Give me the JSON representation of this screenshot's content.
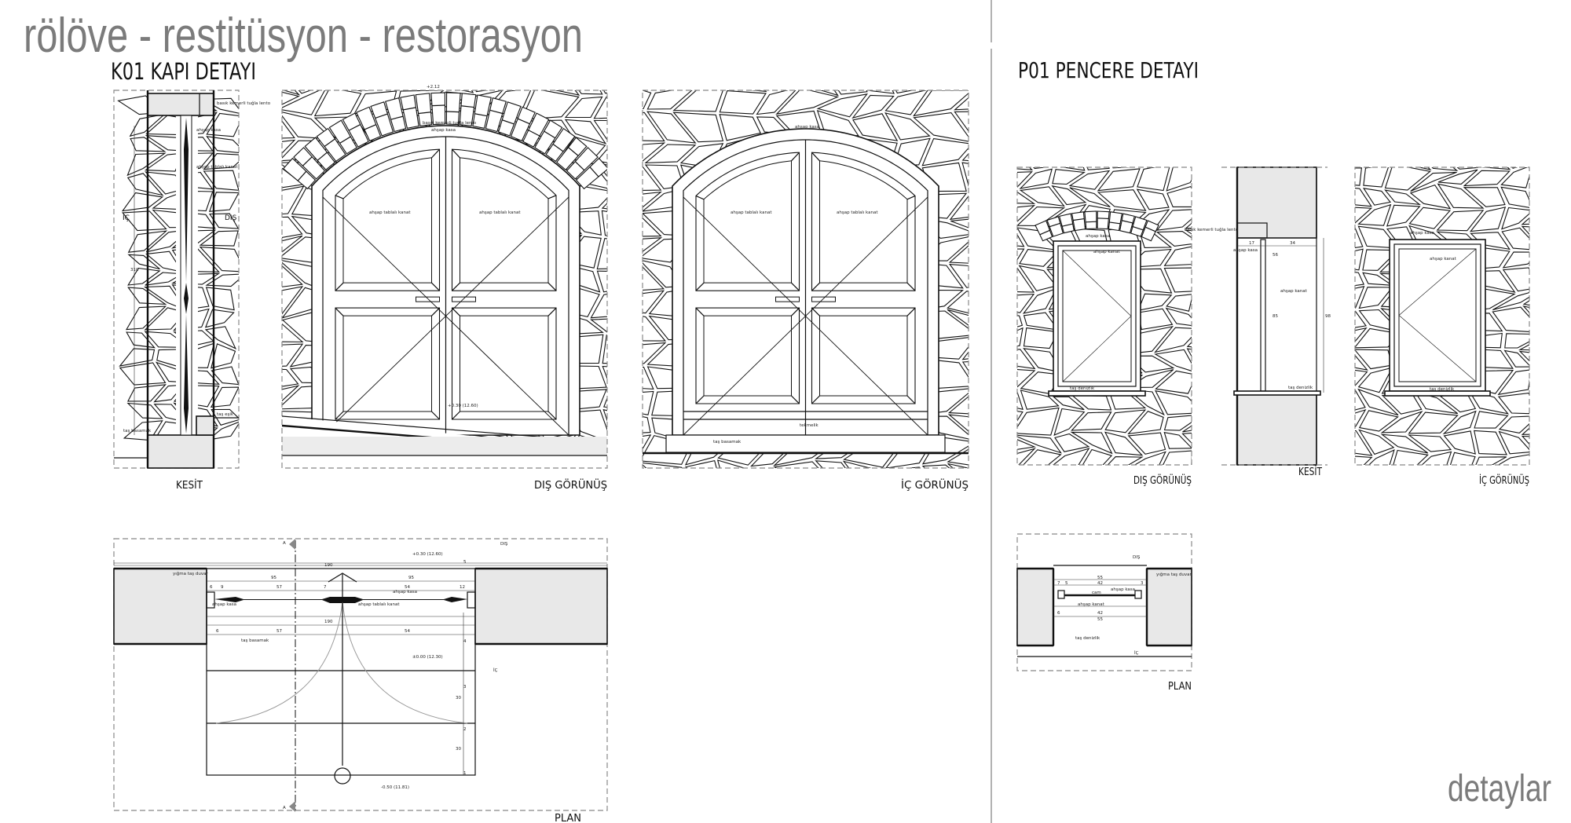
{
  "sheet": {
    "title": "rölöve - restitüsyon - restorasyon",
    "footer": "detaylar"
  },
  "door_detail": {
    "heading": "K01 KAPI DETAYI",
    "views": {
      "section": "KESİT",
      "exterior": "DIŞ GÖRÜNÜŞ",
      "interior": "İÇ GÖRÜNÜŞ",
      "plan": "PLAN"
    },
    "annotations": {
      "lintel": "basık kemerli tuğla lento",
      "frame": "ahşap kasa",
      "leaf": "ahşap tablalı kanat",
      "threshold_step": "taş basamak",
      "sill": "taş eşik",
      "kickplate": "tekmelik",
      "wall": "yığma taş duvar",
      "outside": "DIŞ",
      "inside": "İÇ",
      "section_mark": "A",
      "level_top": "+2.12",
      "level_ext": "+0.30 (12.60)",
      "level_int": "±0.00 (12.30)",
      "level_low": "-0.50 (11.81)",
      "level_door": "+0.30 (12.60)"
    },
    "dimensions": {
      "total_width": "190",
      "leaf_width": "95",
      "height": "310",
      "d57": "57",
      "d54": "54",
      "d6": "6",
      "d9": "9",
      "d7": "7",
      "d12": "12",
      "step_depth": "30",
      "steps": [
        "5",
        "4",
        "3",
        "2",
        "1"
      ]
    }
  },
  "window_detail": {
    "heading": "P01 PENCERE DETAYI",
    "views": {
      "exterior": "DIŞ GÖRÜNÜŞ",
      "section": "KESİT",
      "interior": "İÇ GÖRÜNÜŞ",
      "plan": "PLAN"
    },
    "annotations": {
      "lintel": "basık kemerli tuğla lento",
      "frame": "ahşap kasa",
      "sash": "ahşap kanat",
      "sill": "taş denizlik",
      "glass": "cam",
      "wall": "yığma taş duvar",
      "outside": "DIŞ",
      "inside": "İÇ"
    },
    "dimensions": {
      "total_width": "55",
      "sash_width": "42",
      "height": "98",
      "sash_height": "85",
      "d56": "56",
      "d17": "17",
      "d34": "34",
      "d7": "7",
      "d5": "5",
      "d3": "3",
      "d6": "6"
    }
  }
}
